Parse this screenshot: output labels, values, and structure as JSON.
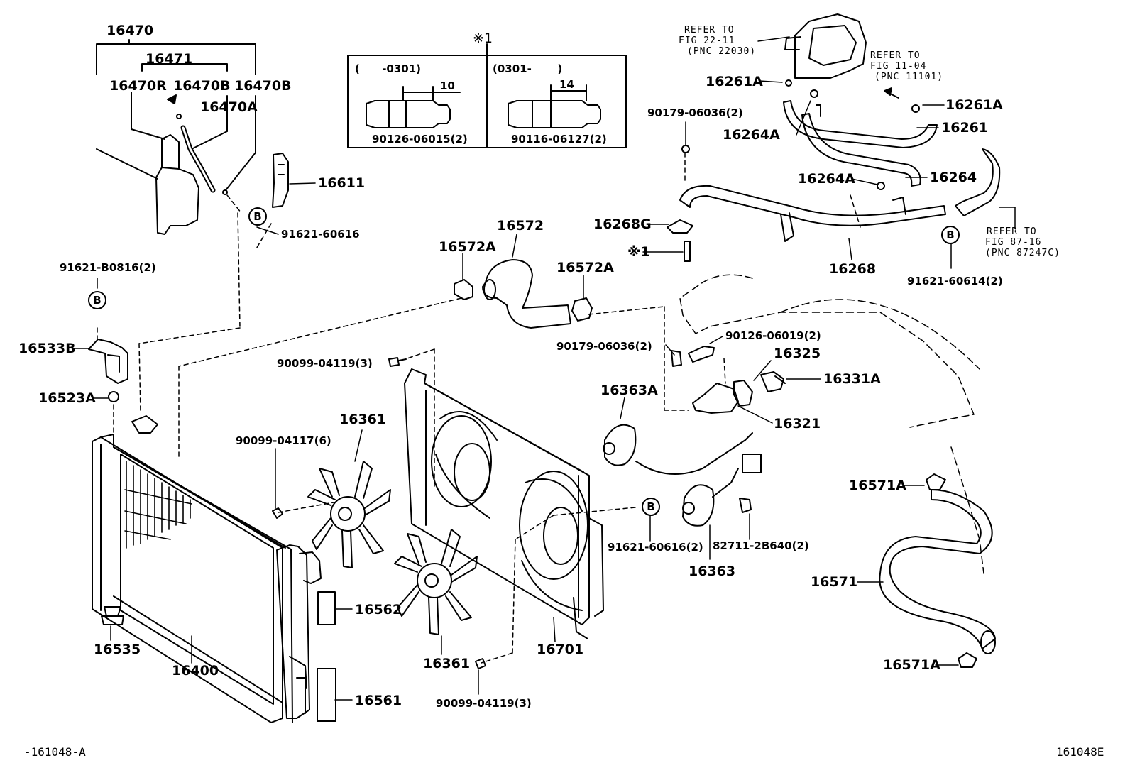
{
  "parts": {
    "p16470": "16470",
    "p16471": "16471",
    "p16470R": "16470R",
    "p16470B_1": "16470B",
    "p16470B_2": "16470B",
    "p16470A": "16470A",
    "p16611": "16611",
    "p91621_60616_top": "91621-60616",
    "p91621_B0816": "91621-B0816(2)",
    "p16533B": "16533B",
    "p16523A": "16523A",
    "p16535": "16535",
    "p16400": "16400",
    "p16562": "16562",
    "p16561": "16561",
    "p90099_04117": "90099-04117(6)",
    "p16361_top": "16361",
    "p16361_bot": "16361",
    "p90099_04119_top": "90099-04119(3)",
    "p90099_04119_bot": "90099-04119(3)",
    "p16701": "16701",
    "p16572": "16572",
    "p16572A_left": "16572A",
    "p16572A_right": "16572A",
    "p90179_06036_mid": "90179-06036(2)",
    "p90126_06019": "90126-06019(2)",
    "p16325": "16325",
    "p16331A": "16331A",
    "p16321": "16321",
    "p16363A": "16363A",
    "p16363": "16363",
    "p91621_60616_bot": "91621-60616(2)",
    "p82711_2B640": "82711-2B640(2)",
    "p16571A_top": "16571A",
    "p16571": "16571",
    "p16571A_bot": "16571A",
    "p16261A_left": "16261A",
    "p16261A_right": "16261A",
    "p16264A_top": "16264A",
    "p16261": "16261",
    "p16264A_mid": "16264A",
    "p16264": "16264",
    "p90179_06036_top": "90179-06036(2)",
    "p16268G": "16268G",
    "p16268": "16268",
    "p91621_60614": "91621-60614(2)",
    "note1": "※1"
  },
  "refs": {
    "ref1_line1": "REFER TO",
    "ref1_line2": "FIG 22-11",
    "ref1_line3": "(PNC 22030)",
    "ref2_line1": "REFER TO",
    "ref2_line2": "FIG 11-04",
    "ref2_line3": "(PNC 11101)",
    "ref3_line1": "REFER TO",
    "ref3_line2": "FIG 87-16",
    "ref3_line3": "(PNC 87247C)"
  },
  "inset": {
    "marker": "※1",
    "left_range": "(      -0301)",
    "right_range": "(0301-       )",
    "left_dim": "10",
    "right_dim": "14",
    "left_part": "90126-06015(2)",
    "right_part": "90116-06127(2)"
  },
  "bolt_marker": "B",
  "footer": {
    "left": "-161048-A",
    "right": "161048E"
  }
}
